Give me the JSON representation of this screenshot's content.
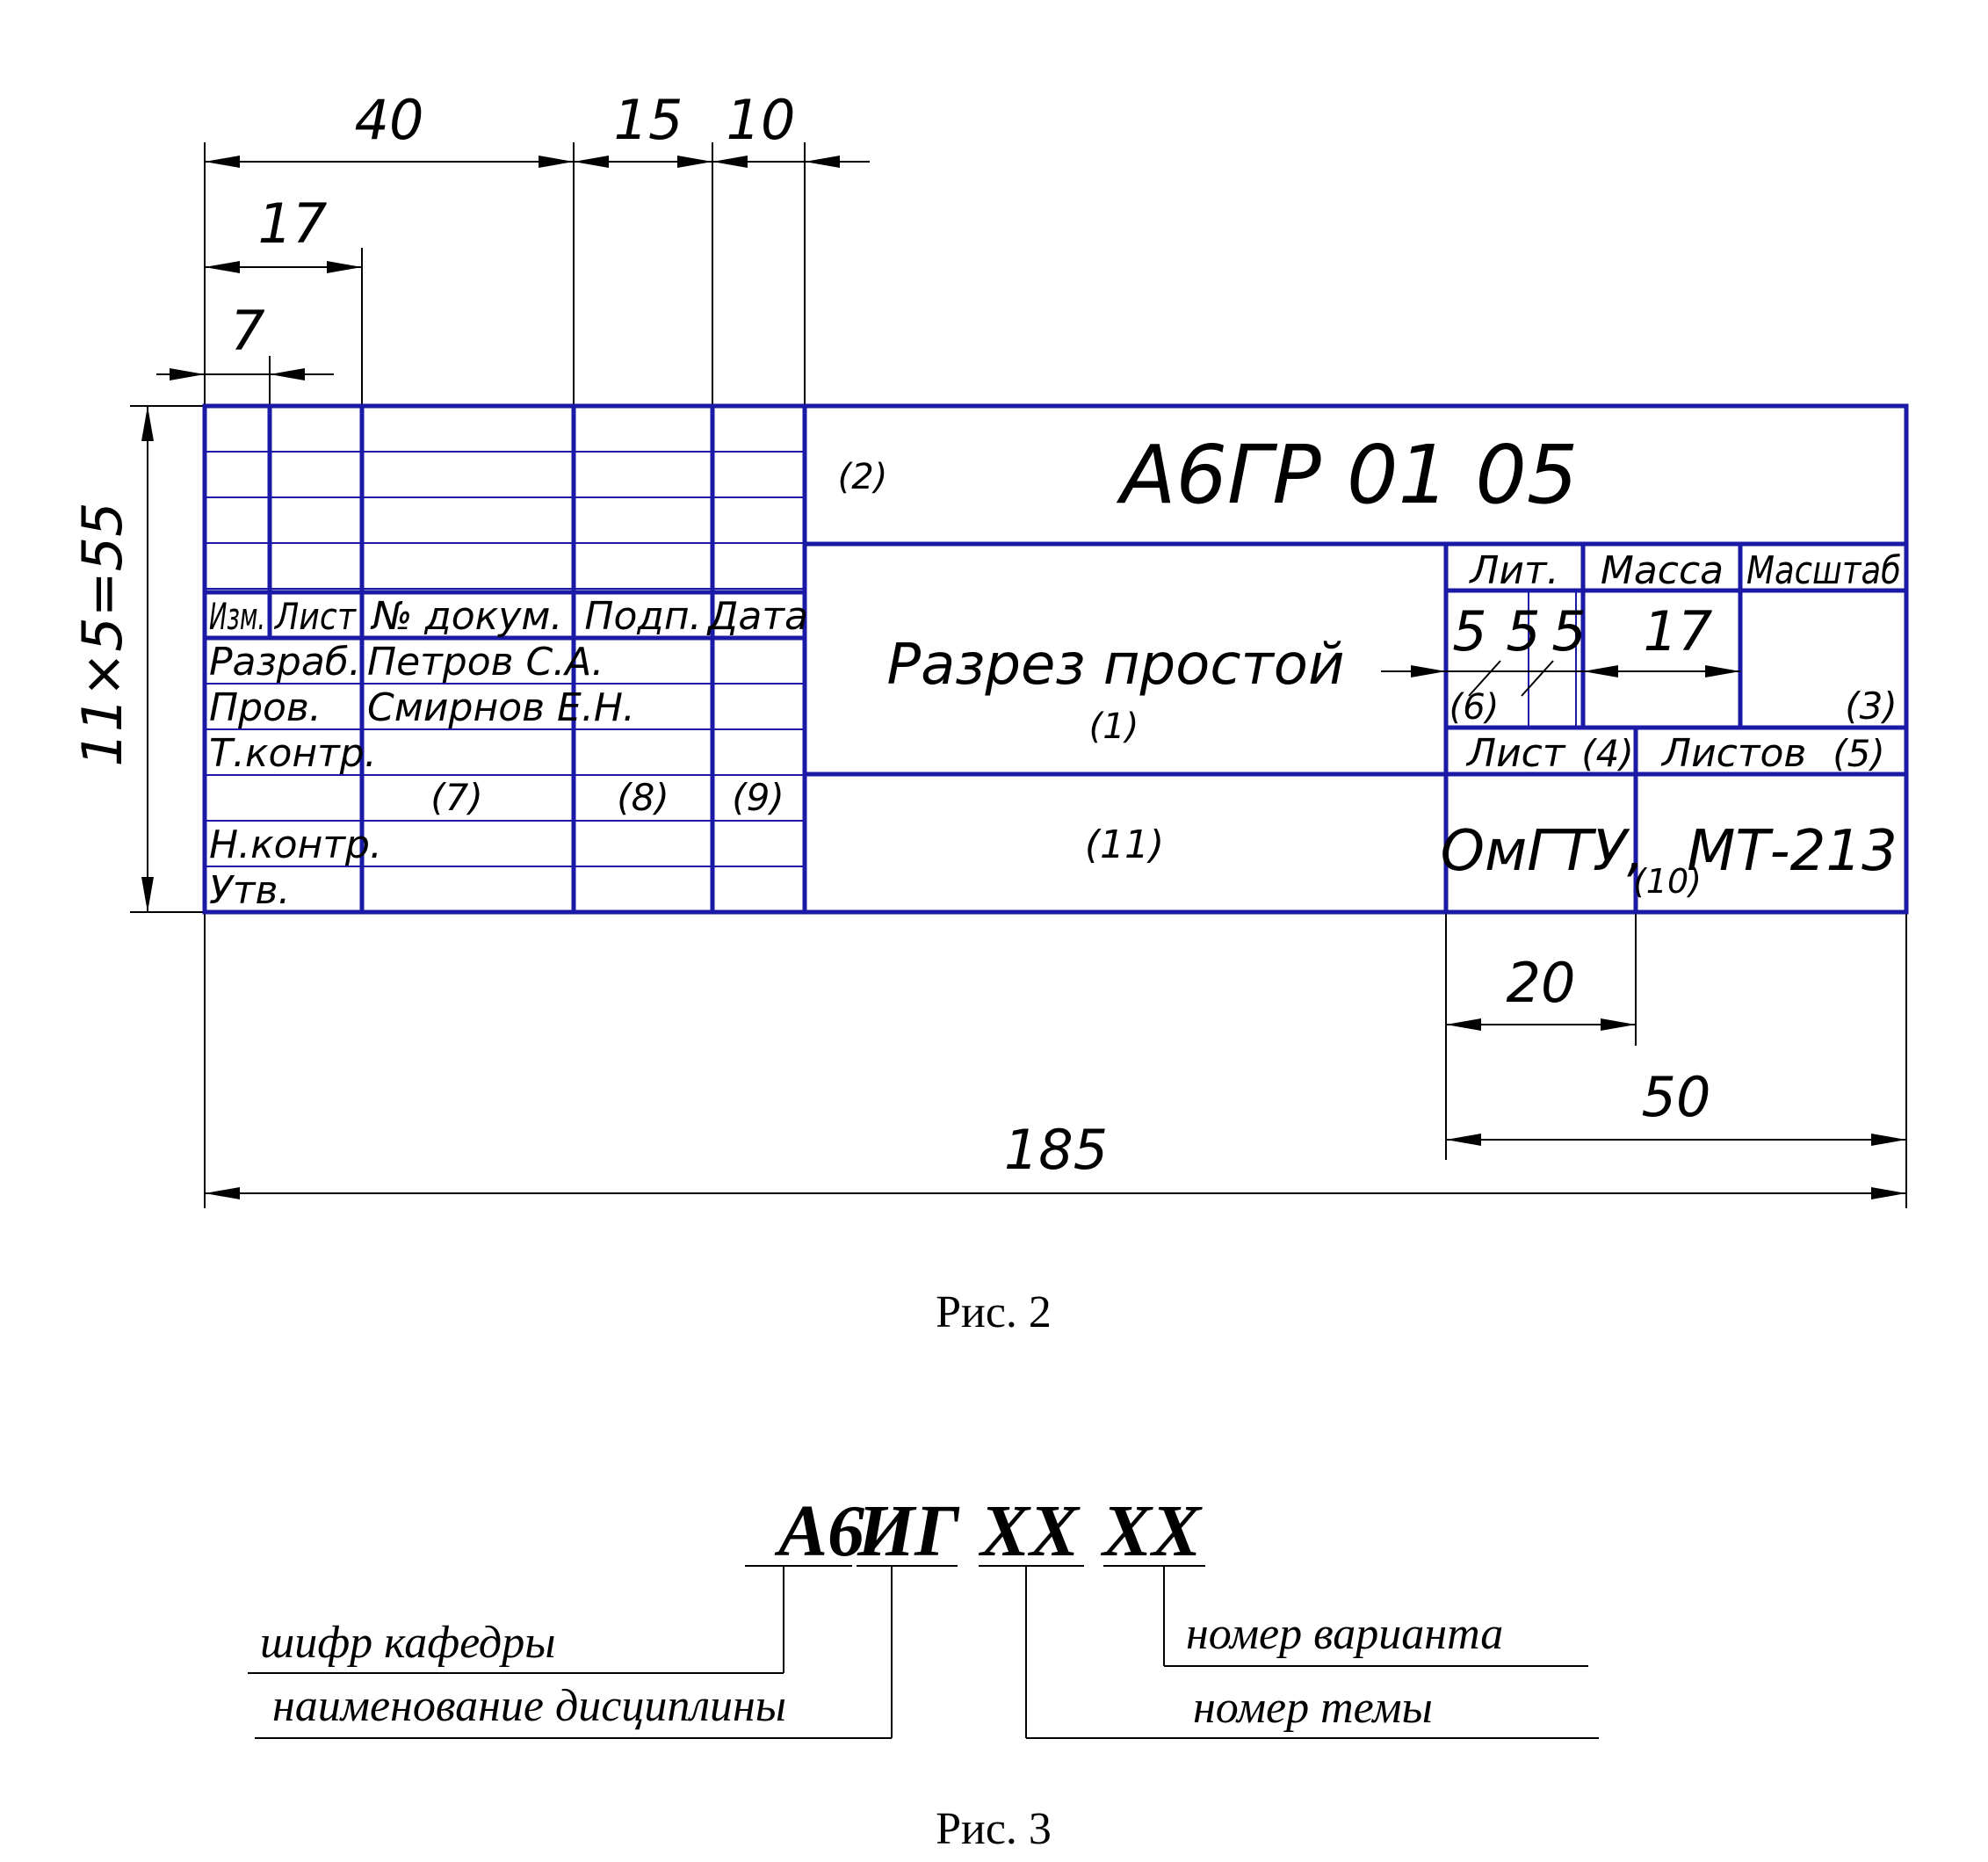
{
  "colors": {
    "frame": "#1a1aa6",
    "dimension": "#000000"
  },
  "dimensions": {
    "d40": "40",
    "d15": "15",
    "d10": "10",
    "d17": "17",
    "d7": "7",
    "d_height": "11×5=55",
    "d20": "20",
    "d50": "50",
    "d185": "185"
  },
  "stamp": {
    "code": "А6ГР 01 05",
    "code_mark": "(2)",
    "title": "Разрез простой",
    "title_mark": "(1)",
    "col_headers": [
      "Изм.",
      "Лист",
      "№ докум.",
      "Подп.",
      "Дата"
    ],
    "rows": [
      {
        "role": "Разраб.",
        "name": "Петров С.А."
      },
      {
        "role": "Пров.",
        "name": "Смирнов Е.Н."
      },
      {
        "role": "Т.контр.",
        "name": ""
      },
      {
        "role": "",
        "name": ""
      },
      {
        "role": "Н.контр.",
        "name": ""
      },
      {
        "role": "Утв.",
        "name": ""
      }
    ],
    "mark7": "(7)",
    "mark8": "(8)",
    "mark9": "(9)",
    "mark11": "(11)",
    "lit_header": "Лит.",
    "mass_header": "Масса",
    "scale_header": "Масштаб",
    "lit_cells": [
      "5",
      "5",
      "5"
    ],
    "mass_dim": "17",
    "mark6": "(6)",
    "mark3": "(3)",
    "sheet_label": "Лист",
    "sheet_mark": "(4)",
    "sheets_label": "Листов",
    "sheets_mark": "(5)",
    "org": "ОмГТУ,",
    "org_mark": "(10)",
    "group": "МТ-213"
  },
  "caption1": "Рис. 2",
  "scheme": {
    "code_parts": [
      "А6",
      "ИГ",
      "XX",
      "XX"
    ],
    "labels": {
      "dept": "шифр кафедры",
      "discipline": "наименование дисциплины",
      "variant": "номер варианта",
      "topic": "номер темы"
    }
  },
  "caption2": "Рис. 3"
}
